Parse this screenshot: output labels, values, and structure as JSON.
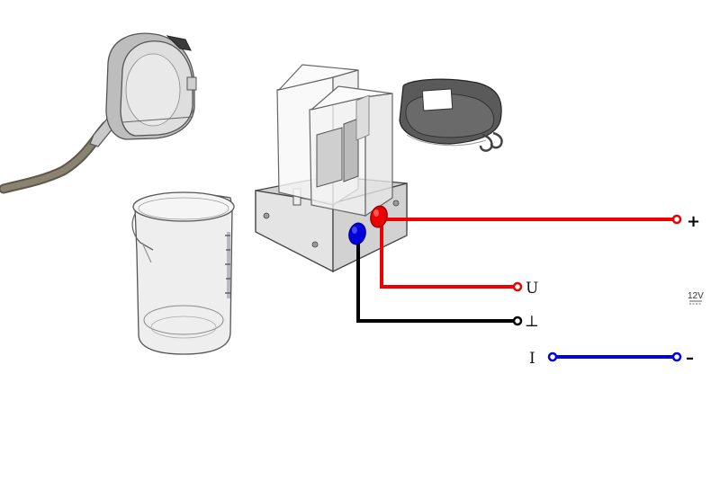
{
  "labels": {
    "plus": "+",
    "minus": "–",
    "u": "U",
    "ground": "⊥",
    "i": "I",
    "supply_voltage": "12V"
  },
  "colors": {
    "positive_wire": "#ee0000",
    "ground_wire": "#000000",
    "current_wire": "#0000dd",
    "equipment_outline": "#555555",
    "equipment_fill": "#e6e6e6",
    "strap": "#7c7465"
  },
  "icons": [
    "tape-measure-icon",
    "beaker-icon",
    "electrolysis-cell-icon",
    "plug-red-icon",
    "plug-blue-icon"
  ]
}
